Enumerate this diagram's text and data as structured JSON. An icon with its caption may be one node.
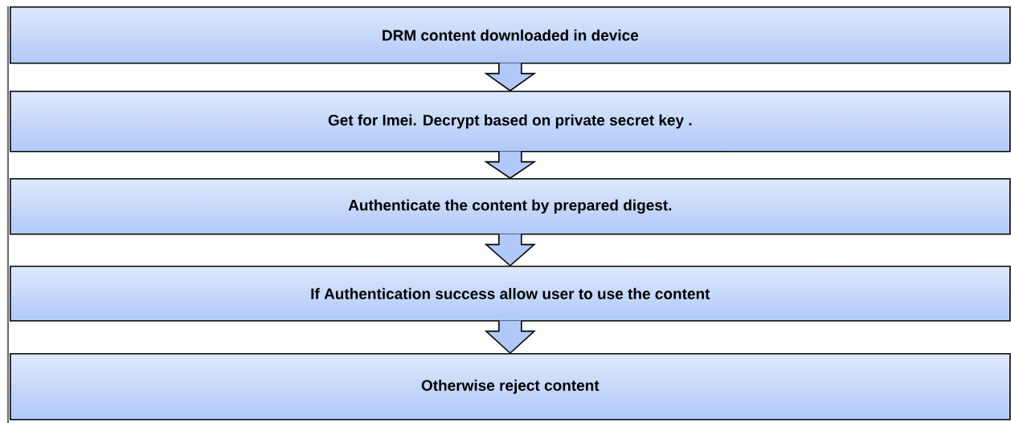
{
  "diagram": {
    "nodes": [
      {
        "text": [
          "DRM content downloaded in device"
        ]
      },
      {
        "text": [
          "Get for Imei. Decrypt based on private secret key ."
        ]
      },
      {
        "text": [
          "Authenticate the content by prepared digest."
        ]
      },
      {
        "text": [
          "If Authentication success allow user to use the content"
        ]
      },
      {
        "text": [
          "Otherwise reject content"
        ]
      }
    ],
    "edges": [
      {
        "from": 0,
        "to": 1,
        "arrow": "to"
      },
      {
        "from": 1,
        "to": 2,
        "arrow": "to"
      },
      {
        "from": 2,
        "to": 3,
        "arrow": "to"
      },
      {
        "from": 3,
        "to": 4,
        "arrow": "to"
      }
    ]
  }
}
